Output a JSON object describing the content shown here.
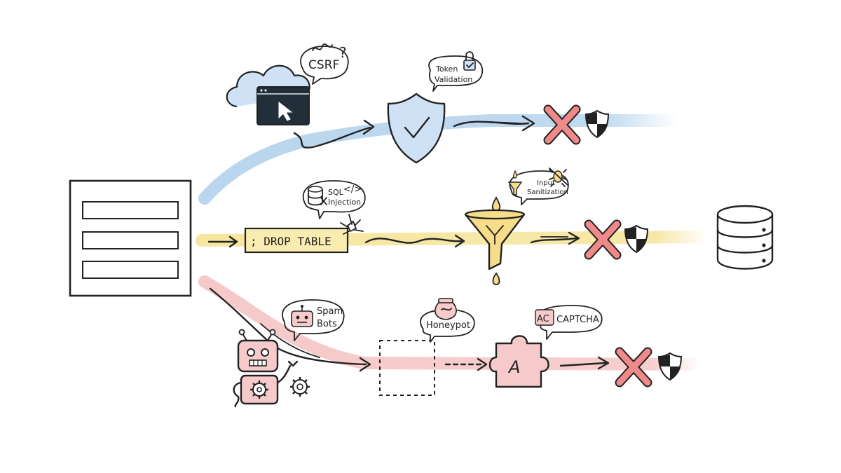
{
  "colors": {
    "csrf_stream": "#b9d6ee",
    "sql_stream": "#f6e6a0",
    "bot_stream": "#f5c9c9",
    "block_red": "#f08a8a",
    "ink": "#222222",
    "funnel": "#f7dc8a",
    "terminal": "#222e3a",
    "cloud": "#cfe2f5",
    "robot": "#f6caca"
  },
  "csrf": {
    "bubble_label": "CSRF",
    "question_mark": "?",
    "defense_label_line1": "Token",
    "defense_label_line2": "Validation",
    "icons": [
      "cloud-icon",
      "browser-cursor-icon",
      "shield-check-icon",
      "lock-icon"
    ]
  },
  "sql": {
    "bubble_label_line1": "SQL",
    "bubble_label_line2": "Injection",
    "code_glyph": "</>",
    "payload": "; DROP TABLE",
    "defense_label_line1": "Input",
    "defense_label_line2": "Sanitization",
    "icons": [
      "database-icon",
      "funnel-icon",
      "bug-icon",
      "spark-icon"
    ]
  },
  "bots": {
    "bubble_label_line1": "Spam",
    "bubble_label_line2": "Bots",
    "honeypot_label": "Honeypot",
    "captcha_label": "CAPTCHA",
    "captcha_glyph": "AC",
    "puzzle_glyph": "A",
    "icons": [
      "robot-icon",
      "gear-icon",
      "honeypot-icon",
      "puzzle-icon"
    ]
  }
}
